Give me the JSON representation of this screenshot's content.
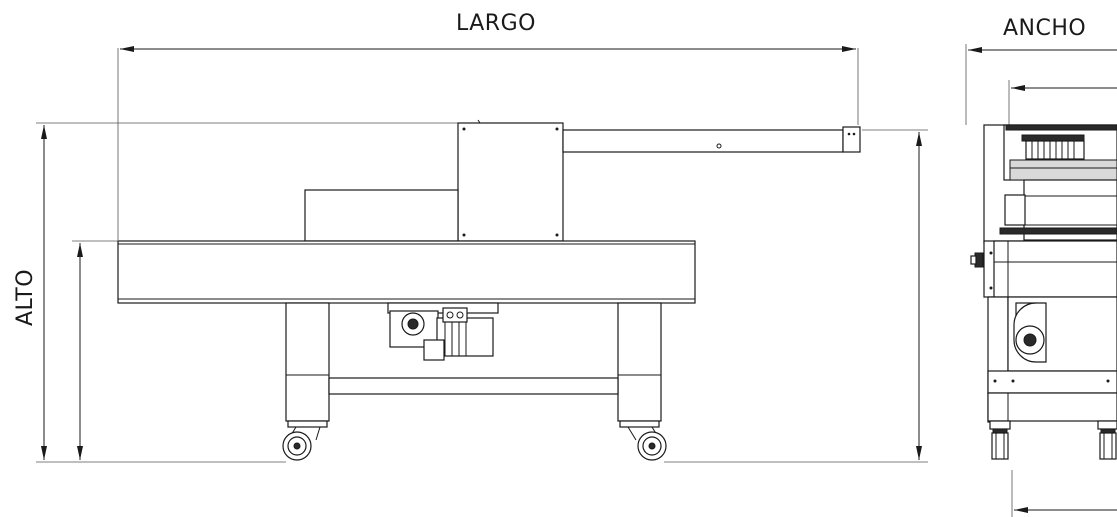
{
  "dimensions": {
    "largo": "LARGO",
    "ancho": "ANCHO",
    "alto": "ALTO"
  }
}
